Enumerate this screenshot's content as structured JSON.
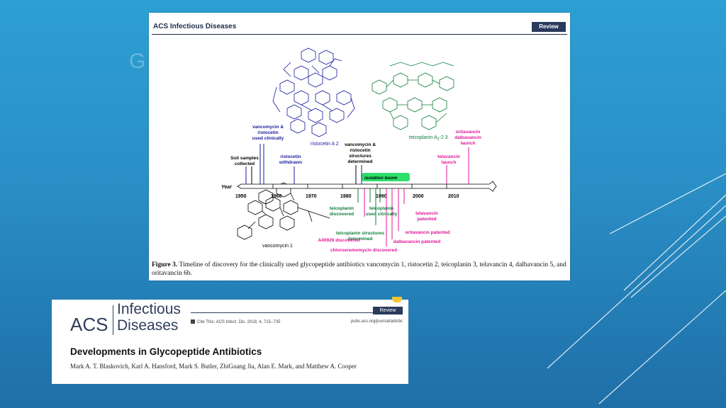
{
  "slide": {
    "ghost_title": "G"
  },
  "figure": {
    "journal": "ACS Infectious Diseases",
    "badge": "Review",
    "timeline": {
      "axis_label": "Year",
      "years": [
        "1950",
        "1960",
        "1970",
        "1980",
        "1990",
        "2000",
        "2010"
      ],
      "above": [
        {
          "text": "Soil samples\ncollected",
          "color": "#000000"
        },
        {
          "text": "vancomycin &\nristocetin\nused clinically",
          "color": "#1a1aa0"
        },
        {
          "text": "ristocetin\nwithdrawn",
          "color": "#1a1aa0"
        },
        {
          "text": "vancomycin &\nristocetin\nstructures\ndetermined",
          "color": "#000000"
        },
        {
          "text": "isolation boom",
          "color": "#000000"
        },
        {
          "text": "telavancin\nlaunch",
          "color": "#e0169a"
        },
        {
          "text": "oritavancin\ndalbavancin\nlaunch",
          "color": "#e0169a"
        }
      ],
      "below": [
        {
          "text": "teicoplanin\ndiscovered",
          "color": "#0f7d3a"
        },
        {
          "text": "teicoplanin\nused clinically",
          "color": "#0f7d3a"
        },
        {
          "text": "teicoplanin structures\ndetermined",
          "color": "#0f7d3a"
        },
        {
          "text": "telavancin\npatented",
          "color": "#e0169a"
        },
        {
          "text": "oritavancin patented",
          "color": "#e0169a"
        },
        {
          "text": "dalbavancin patented",
          "color": "#e0169a"
        },
        {
          "text": "A40926 discovered",
          "color": "#e0169a"
        },
        {
          "text": "chloroeremomycin discovered",
          "color": "#e0169a"
        }
      ],
      "compounds": [
        {
          "label": "ristocetin A 2",
          "color": "#1a1aa0"
        },
        {
          "label": "teicoplanin A",
          "sub": "2",
          "suffix": "-2 3",
          "color": "#0f7d3a"
        },
        {
          "label": "vancomycin 1",
          "color": "#000000"
        }
      ]
    },
    "caption_prefix": "Figure 3.",
    "caption": "Timeline of discovery for the clinically used glycopeptide antibiotics vancomycin 1, ristocetin 2, teicoplanin 3, telavancin 4, dalbavancin 5, and oritavancin 6b."
  },
  "paper": {
    "acs": "ACS",
    "journal_line1": "Infectious",
    "journal_line2": "Diseases",
    "badge": "Review",
    "cite": "Cite This: ACS Infect. Dis. 2018, 4, 715−735",
    "pubs": "pubs.acs.org/journal/aidcbc",
    "title": "Developments in Glycopeptide Antibiotics",
    "authors": "Mark A. T. Blaskovich, Karl A. Hansford, Mark S. Butler, ZhiGuang Jia, Alan E. Mark, and Matthew A. Cooper"
  },
  "colors": {
    "background": "#2a8fc6",
    "accent_line": "#ffffff",
    "navy": "#293a5c",
    "green_label": "#2ee06b",
    "magenta": "#e0169a",
    "blue": "#1a1aa0",
    "green": "#0f7d3a"
  }
}
